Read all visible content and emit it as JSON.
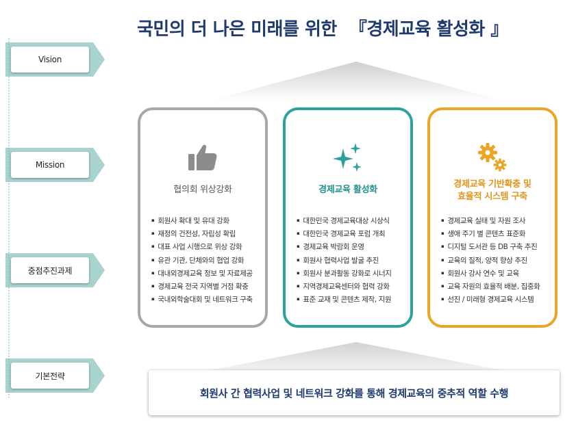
{
  "title": {
    "main": "국민의 더 나은 미래를 위한",
    "highlight": "『경제교육 활성화 』"
  },
  "labels": {
    "vision": "Vision",
    "mission": "Mission",
    "tasks": "중점추진과제",
    "strategy": "기본전략"
  },
  "cards": [
    {
      "icon": "thumbs-up-icon",
      "title_lines": [
        "협의회 위상강화"
      ],
      "items": [
        "회원사 확대 및 유대 강화",
        "재정의 건전성, 자립성 확립",
        "대표 사업 시행으로 위상 강화",
        "유관 기관, 단체와의 협업 강화",
        "대내외경제교육 정보 및 자료제공",
        "경제교육 전국 지역별 거점 확충",
        "국내외학술대회 및 네트워크 구축"
      ]
    },
    {
      "icon": "sparkles-icon",
      "title_lines": [
        "경제교육 활성화"
      ],
      "items": [
        "대한민국 경제교육대상 시상식",
        "대한민국 경제교육 포럼 개최",
        "경제교육 박람회 운영",
        "회원사 협력사업 발굴 추진",
        "회원사 분과활동 강화로 시너지",
        "지역경제교육센터와 협력 강화",
        "표준 교재 및 콘텐츠 제작, 지원"
      ]
    },
    {
      "icon": "gears-icon",
      "title_lines": [
        "경제교육 기반확충 및",
        "효율적 시스템 구축"
      ],
      "items": [
        "경제교육 실태 및 자원 조사",
        "생애 주기 별 콘텐츠 표준화",
        "디지털 도서관 등 DB 구축 추진",
        "교육의 질적, 양적 향상 추진",
        "회원사 강사 연수 및 교육",
        "교육 자원의 효율적 배분, 집중화",
        "선진 / 미래형 경제교육 시스템"
      ]
    }
  ],
  "strategy_text": "회원사 간 협력사업 및 네트워크 강화를 통해 경제교육의 중추적 역할 수행",
  "colors": {
    "navy": "#1f3a6e",
    "grey": "#a7a7a7",
    "teal": "#2ca29f",
    "gold": "#eaa524",
    "label_bg": "#a9d3cf"
  }
}
